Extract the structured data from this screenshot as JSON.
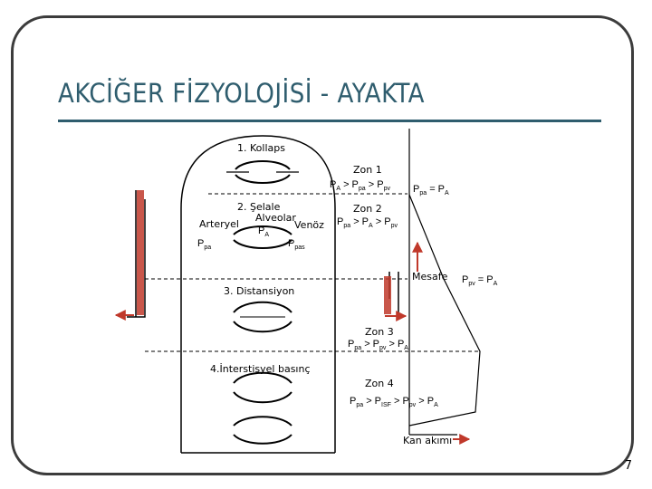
{
  "title": "AKCİĞER FİZYOLOJİSİ - AYAKTA",
  "slide_number": "7",
  "labels": {
    "collapse": "1. Kollaps",
    "waterfall": "2. Şelale",
    "alveolar": "Alveolar",
    "arterial": "Arteryel",
    "venous": "Venöz",
    "distension": "3. Distansiyon",
    "interstitial": "4.İnterstisyel basınç",
    "distance": "Mesafe",
    "blood_flow": "Kan akımı",
    "zone1": "Zon 1",
    "zone2": "Zon 2",
    "zone3": "Zon 3",
    "zone4": "Zon 4"
  },
  "colors": {
    "title": "#2f5d6e",
    "frame": "#3c3c3c",
    "accent_red": "#c0392b"
  }
}
